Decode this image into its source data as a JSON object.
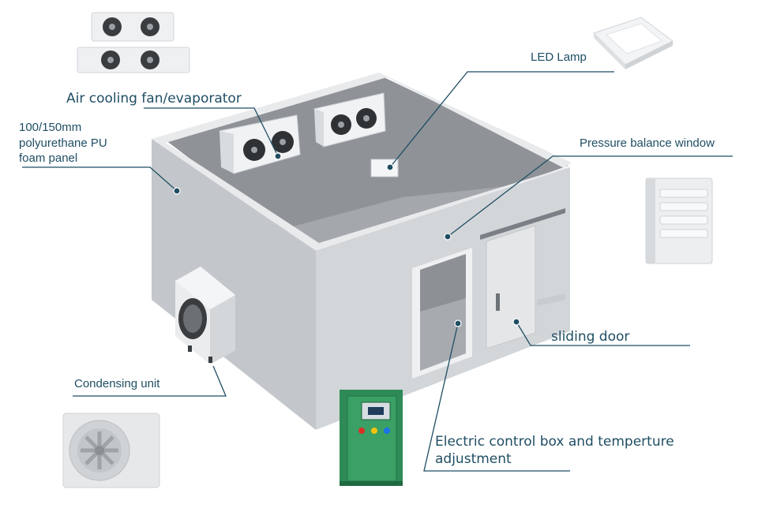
{
  "labels": {
    "air_cooling": "Air cooling fan/evaporator",
    "panel_line1": "100/150mm",
    "panel_line2": "polyurethane PU",
    "panel_line3": "foam panel",
    "led_lamp": "LED Lamp",
    "pressure_window": "Pressure balance window",
    "sliding_door": "sliding door",
    "condensing_unit": "Condensing unit",
    "electric_line1": "Electric control box and temperture",
    "electric_line2": "adjustment"
  },
  "colors": {
    "label_text": "#1f4e63",
    "leader_line": "#1f4e63",
    "wall_light": "#cfd2d6",
    "wall_mid": "#b9bdc2",
    "interior_dark": "#8f9398",
    "floor": "#a4a8ad",
    "rim": "#e8eaec",
    "control_box": "#2e8b57"
  },
  "icons": [
    "evaporator-icon",
    "led-lamp-icon",
    "vent-window-icon",
    "condensing-unit-icon",
    "control-box-icon"
  ]
}
